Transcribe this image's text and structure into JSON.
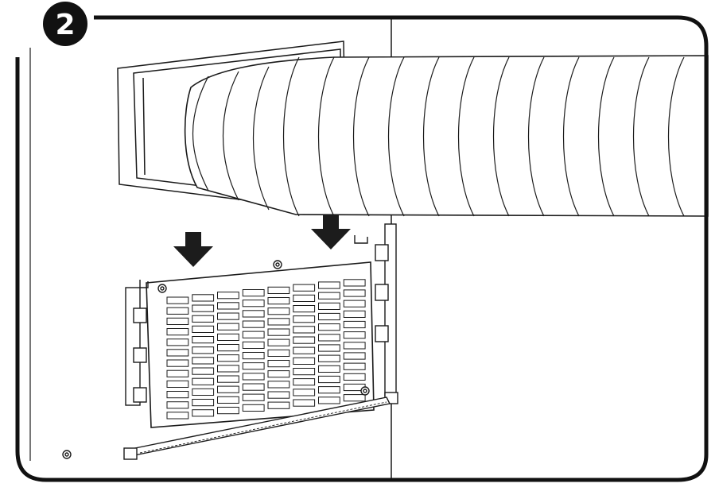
{
  "figure": {
    "step_number": "2",
    "colors": {
      "line": "#1a1a1a",
      "frame": "#111111",
      "background": "#ffffff",
      "arrow": "#1c1c1c",
      "panel_fill": "#ffffff",
      "shadow": "#e6e6e6"
    },
    "parts": [
      "step-badge",
      "exhaust-hose",
      "window-adapter",
      "window-kit-panel",
      "grille",
      "side-bracket-left",
      "side-bracket-right",
      "lower-rail",
      "down-arrow",
      "screw"
    ]
  }
}
